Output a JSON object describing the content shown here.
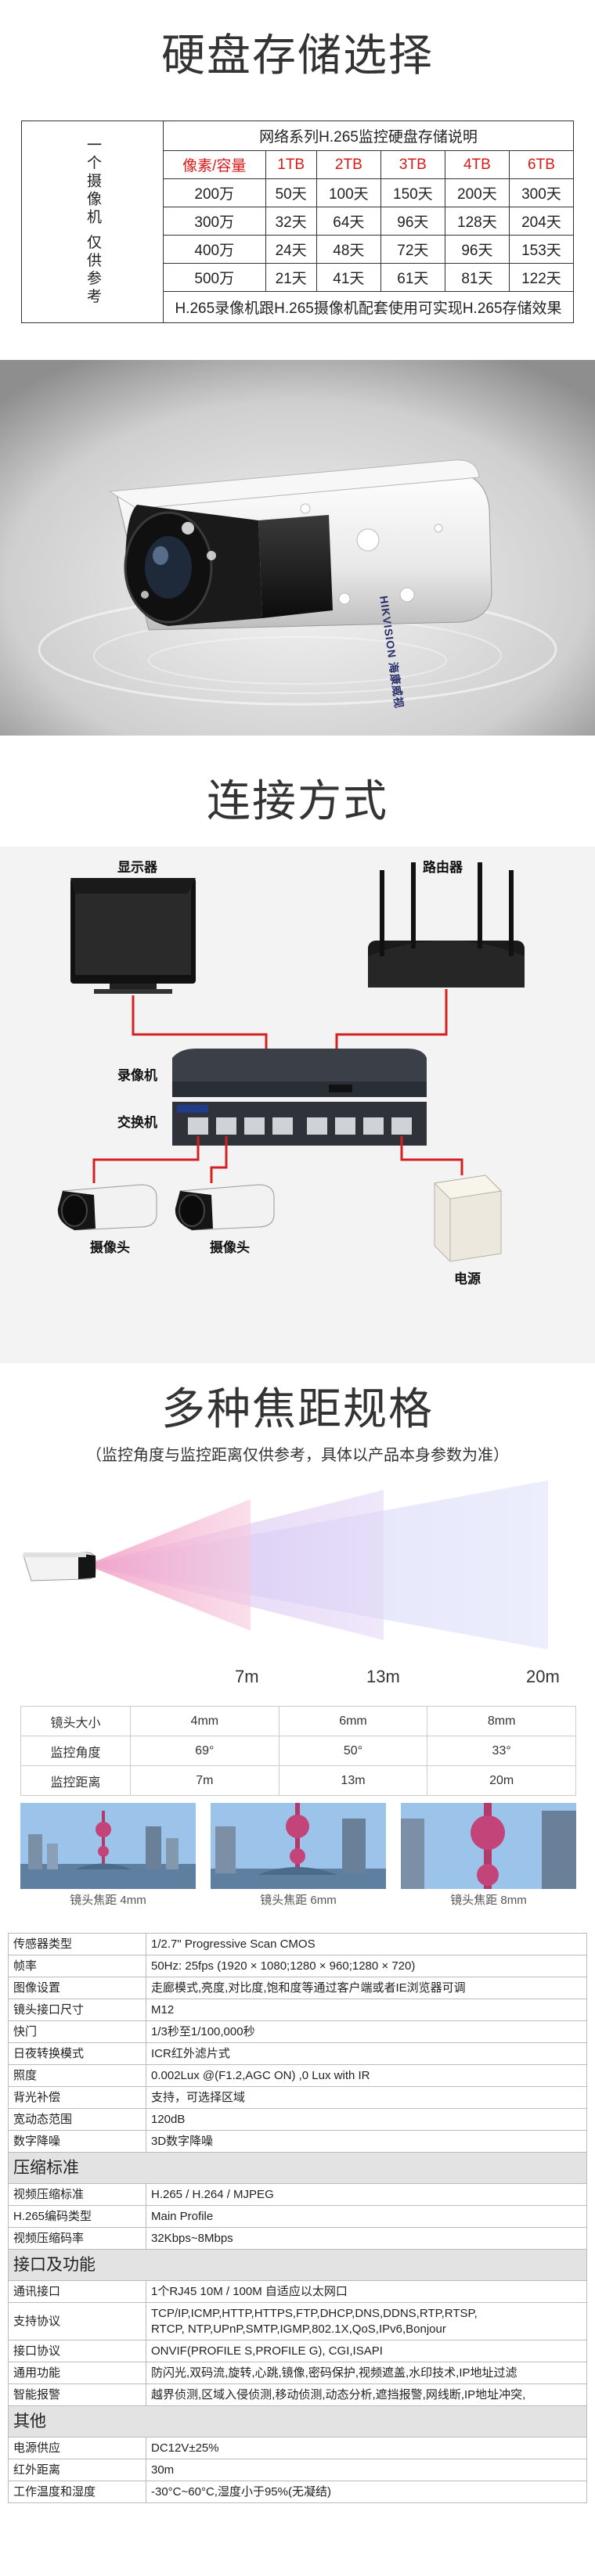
{
  "storage": {
    "title": "硬盘存储选择",
    "caption": "网络系列H.265监控硬盘存储说明",
    "side_label": "一个摄像机 仅供参考",
    "header": [
      "像素/容量",
      "1TB",
      "2TB",
      "3TB",
      "4TB",
      "6TB"
    ],
    "rows": [
      [
        "200万",
        "50天",
        "100天",
        "150天",
        "200天",
        "300天"
      ],
      [
        "300万",
        "32天",
        "64天",
        "96天",
        "128天",
        "204天"
      ],
      [
        "400万",
        "24天",
        "48天",
        "72天",
        "96天",
        "153天"
      ],
      [
        "500万",
        "21天",
        "41天",
        "61天",
        "81天",
        "122天"
      ]
    ],
    "footer": "H.265录像机跟H.265摄像机配套使用可实现H.265存储效果",
    "accent": "#d71a1a"
  },
  "product": {
    "brand": "HIKVISION",
    "brand_cn": "海康威视"
  },
  "connect": {
    "title": "连接方式",
    "monitor": "显示器",
    "router": "路由器",
    "nvr": "录像机",
    "switch": "交换机",
    "camera1": "摄像头",
    "camera2": "摄像头",
    "power": "电源",
    "cable_color": "#d42020"
  },
  "focal": {
    "title": "多种焦距规格",
    "subtitle": "（监控角度与监控距离仅供参考，具体以产品本身参数为准）",
    "distances": [
      "7m",
      "13m",
      "20m"
    ],
    "table": [
      [
        "镜头大小",
        "4mm",
        "6mm",
        "8mm"
      ],
      [
        "监控角度",
        "69°",
        "50°",
        "33°"
      ],
      [
        "监控距离",
        "7m",
        "13m",
        "20m"
      ]
    ],
    "thumbs": [
      "镜头焦距 4mm",
      "镜头焦距 6mm",
      "镜头焦距 8mm"
    ]
  },
  "specs": {
    "rows_top": [
      [
        "传感器类型",
        "1/2.7\" Progressive Scan CMOS"
      ],
      [
        "帧率",
        "50Hz: 25fps (1920 × 1080;1280 × 960;1280 × 720)"
      ],
      [
        "图像设置",
        "走廊模式,亮度,对比度,饱和度等通过客户端或者IE浏览器可调"
      ],
      [
        "镜头接口尺寸",
        "M12"
      ],
      [
        "快门",
        "1/3秒至1/100,000秒"
      ],
      [
        "日夜转换模式",
        "ICR红外滤片式"
      ],
      [
        "照度",
        "0.002Lux @(F1.2,AGC ON) ,0 Lux with IR"
      ],
      [
        "背光补偿",
        "支持，可选择区域"
      ],
      [
        "宽动态范围",
        "120dB"
      ],
      [
        "数字降噪",
        "3D数字降噪"
      ]
    ],
    "group_compress": "压缩标准",
    "rows_compress": [
      [
        "视频压缩标准",
        "H.265 / H.264 / MJPEG"
      ],
      [
        "H.265编码类型",
        "Main Profile"
      ],
      [
        "视频压缩码率",
        "32Kbps~8Mbps"
      ]
    ],
    "group_iface": "接口及功能",
    "rows_iface": [
      [
        "通讯接口",
        "1个RJ45 10M / 100M 自适应以太网口"
      ],
      [
        "支持协议",
        "TCP/IP,ICMP,HTTP,HTTPS,FTP,DHCP,DNS,DDNS,RTP,RTSP,",
        "RTCP, NTP,UPnP,SMTP,IGMP,802.1X,QoS,IPv6,Bonjour"
      ],
      [
        "接口协议",
        "ONVIF(PROFILE S,PROFILE G), CGI,ISAPI"
      ],
      [
        "通用功能",
        "防闪光,双码流,旋转,心跳,镜像,密码保护,视频遮盖,水印技术,IP地址过滤"
      ],
      [
        "智能报警",
        "越界侦测,区域入侵侦测,移动侦测,动态分析,遮挡报警,网线断,IP地址冲突,"
      ]
    ],
    "group_other": "其他",
    "rows_other": [
      [
        "电源供应",
        "DC12V±25%"
      ],
      [
        "红外距离",
        "30m"
      ],
      [
        "工作温度和湿度",
        "-30°C~60°C,湿度小于95%(无凝结)"
      ]
    ]
  }
}
